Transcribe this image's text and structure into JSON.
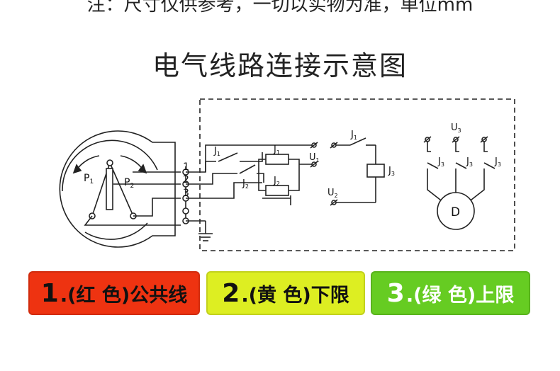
{
  "top_note": "注：尺寸仅供参考，一切以实物为准，单位mm",
  "title": "电气线路连接示意图",
  "diagram": {
    "terminals": [
      "1",
      "2",
      "3"
    ],
    "gauge_labels": {
      "p1": "P",
      "p1_sub": "1",
      "p2": "P",
      "p2_sub": "2"
    },
    "relay_labels": {
      "j": "J",
      "sub1": "1",
      "sub2": "2",
      "sub3": "3"
    },
    "u_labels": {
      "u": "U",
      "sub1": "1",
      "sub2": "2",
      "sub3": "3"
    },
    "motor": "D"
  },
  "labels": [
    {
      "num": "1",
      "text": ".(红 色)公共线",
      "color": "#ee3311"
    },
    {
      "num": "2",
      "text": ".(黄 色)下限",
      "color": "#ddee22"
    },
    {
      "num": "3",
      "text": ".(绿 色)上限",
      "color": "#66cc22"
    }
  ]
}
